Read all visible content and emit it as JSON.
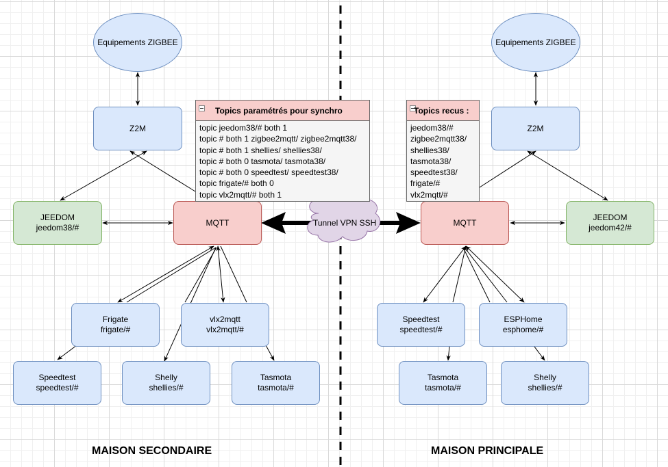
{
  "left": {
    "zigbee": "Equipements ZIGBEE",
    "z2m": "Z2M",
    "jeedom": [
      "JEEDOM",
      "jeedom38/#"
    ],
    "mqtt": "MQTT",
    "frigate": [
      "Frigate",
      "frigate/#"
    ],
    "vlx2mqtt": [
      "vlx2mqtt",
      "vlx2mqtt/#"
    ],
    "speedtest": [
      "Speedtest",
      "speedtest/#"
    ],
    "shelly": [
      "Shelly",
      "shellies/#"
    ],
    "tasmota": [
      "Tasmota",
      "tasmota/#"
    ],
    "topics_title": "Topics paramétrés pour synchro",
    "topics": [
      "topic jeedom38/# both 1",
      "topic # both 1 zigbee2mqtt/ zigbee2mqtt38/",
      "topic # both 1 shellies/ shellies38/",
      "topic # both 0 tasmota/ tasmota38/",
      "topic # both 0 speedtest/ speedtest38/",
      "topic frigate/# both 0",
      "topic vlx2mqtt/# both 1"
    ],
    "section_label": "MAISON SECONDAIRE"
  },
  "right": {
    "zigbee": "Equipements ZIGBEE",
    "z2m": "Z2M",
    "jeedom": [
      "JEEDOM",
      "jeedom42/#"
    ],
    "mqtt": "MQTT",
    "speedtest": [
      "Speedtest",
      "speedtest/#"
    ],
    "esphome": [
      "ESPHome",
      "esphome/#"
    ],
    "tasmota": [
      "Tasmota",
      "tasmota/#"
    ],
    "shelly": [
      "Shelly",
      "shellies/#"
    ],
    "topics_title": "Topics recus :",
    "topics": [
      "jeedom38/#",
      "zigbee2mqtt38/",
      "shellies38/",
      "tasmota38/",
      "speedtest38/",
      "frigate/#",
      "vlx2mqtt/#"
    ],
    "section_label": "MAISON PRINCIPALE"
  },
  "tunnel": "Tunnel VPN SSH",
  "colors": {
    "blue_fill": "#dae8fc",
    "blue_stroke": "#6c8ebf",
    "green_fill": "#d5e8d4",
    "green_stroke": "#82b366",
    "red_fill": "#f8cecc",
    "red_stroke": "#b85450",
    "cloud_fill": "#e1d5e7",
    "cloud_stroke": "#9673a6"
  }
}
